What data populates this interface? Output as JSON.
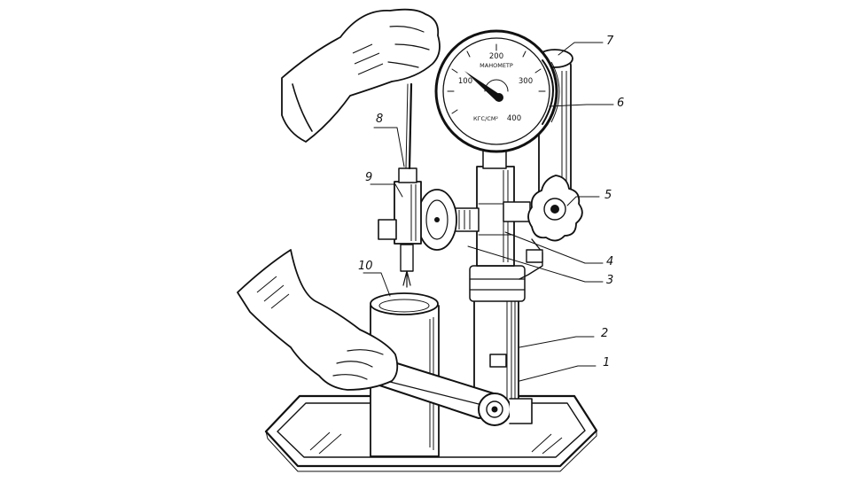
{
  "gauge": {
    "scale_labels": [
      "100",
      "200",
      "300",
      "400"
    ],
    "title": "МАНОМЕТР",
    "unit": "КГС/СМ²"
  },
  "callouts": [
    "1",
    "2",
    "3",
    "4",
    "5",
    "6",
    "7",
    "8",
    "9",
    "10"
  ]
}
